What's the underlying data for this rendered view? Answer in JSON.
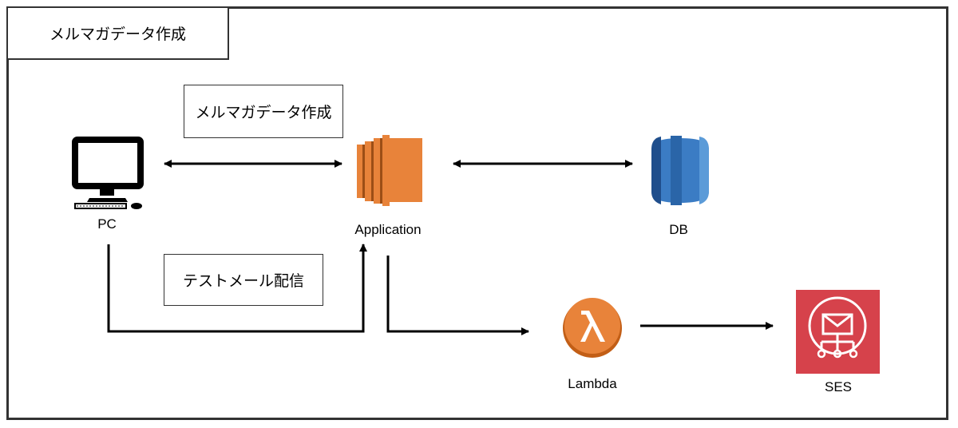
{
  "title": "メルマガデータ作成",
  "edge_labels": {
    "create": "メルマガデータ作成",
    "test": "テストメール配信"
  },
  "nodes": {
    "pc": "PC",
    "application": "Application",
    "db": "DB",
    "lambda": "Lambda",
    "ses": "SES"
  },
  "colors": {
    "ec2_orange": "#E8833A",
    "rds_blue": "#2E73B8",
    "lambda_orange": "#E8833A",
    "ses_red": "#D6424B",
    "line": "#000000"
  }
}
